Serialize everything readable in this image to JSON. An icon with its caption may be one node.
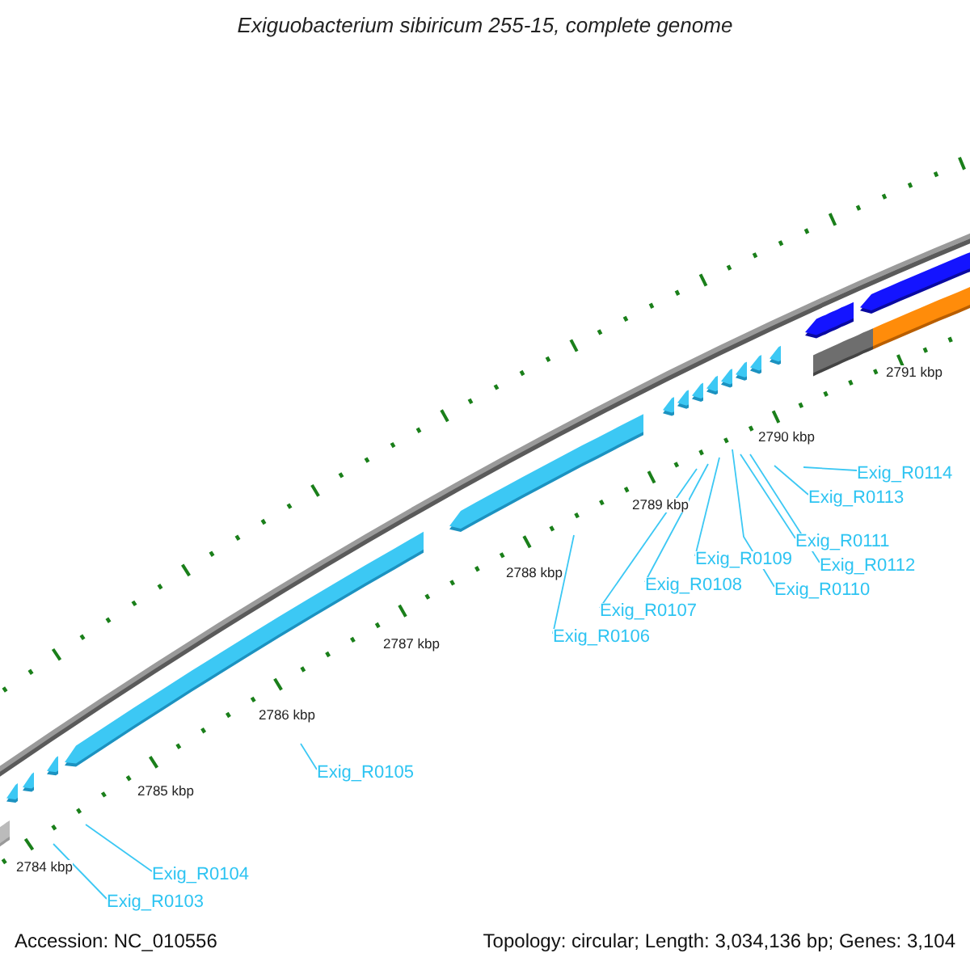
{
  "diagram": {
    "title": "Exiguobacterium sibiricum 255-15, complete genome",
    "nodes": [
      {
        "text": [
          "Exig_R0114"
        ]
      },
      {
        "text": [
          "Exig_R0113"
        ]
      },
      {
        "text": [
          "Exig_R0111"
        ]
      },
      {
        "text": [
          "Exig_R0109"
        ]
      },
      {
        "text": [
          "Exig_R0112"
        ]
      },
      {
        "text": [
          "Exig_R0108"
        ]
      },
      {
        "text": [
          "Exig_R0110"
        ]
      },
      {
        "text": [
          "Exig_R0107"
        ]
      },
      {
        "text": [
          "Exig_R0106"
        ]
      },
      {
        "text": [
          "Exig_R0105"
        ]
      },
      {
        "text": [
          "Exig_R0104"
        ]
      },
      {
        "text": [
          "Exig_R0103"
        ]
      }
    ],
    "edges": [
      {
        "from": 0,
        "to": null,
        "arrow": "none"
      },
      {
        "from": 1,
        "to": null,
        "arrow": "none"
      },
      {
        "from": 2,
        "to": null,
        "arrow": "none"
      },
      {
        "from": 3,
        "to": null,
        "arrow": "none"
      },
      {
        "from": 4,
        "to": null,
        "arrow": "none"
      },
      {
        "from": 5,
        "to": null,
        "arrow": "none"
      },
      {
        "from": 6,
        "to": null,
        "arrow": "none"
      },
      {
        "from": 7,
        "to": null,
        "arrow": "none"
      },
      {
        "from": 8,
        "to": null,
        "arrow": "none"
      },
      {
        "from": 9,
        "to": null,
        "arrow": "none"
      },
      {
        "from": 10,
        "to": null,
        "arrow": "none"
      },
      {
        "from": 11,
        "to": null,
        "arrow": "none"
      }
    ],
    "labels": [
      "2791 kbp",
      "2790 kbp",
      "2789 kbp",
      "2788 kbp",
      "2787 kbp",
      "2786 kbp",
      "2785 kbp",
      "2784 kbp",
      "Accession: NC_010556",
      "Topology: circular; Length: 3,034,136 bp; Genes: 3,104"
    ]
  }
}
